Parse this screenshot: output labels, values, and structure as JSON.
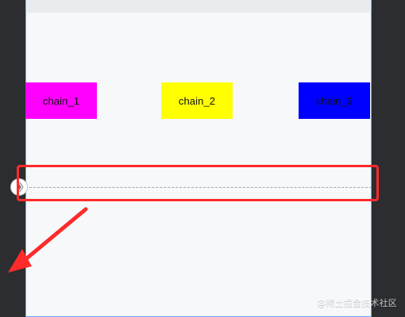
{
  "chains": [
    {
      "label": "chain_1",
      "color": "#ff00ff"
    },
    {
      "label": "chain_2",
      "color": "#ffff00"
    },
    {
      "label": "chain_3",
      "color": "#0000ff"
    }
  ],
  "annotations": {
    "highlight_color": "#ff2a2a",
    "arrow_color": "#ff2a2a"
  },
  "watermark": {
    "text": "@稀土掘金技术社区"
  },
  "icons": {
    "guideline_handle": "guideline-handle-icon"
  }
}
